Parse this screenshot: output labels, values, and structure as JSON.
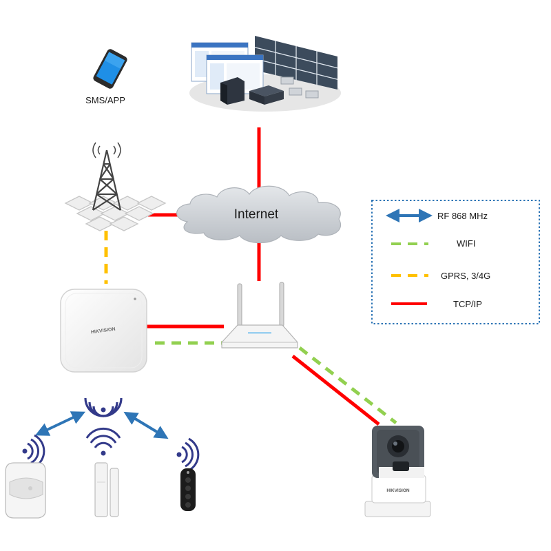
{
  "labels": {
    "sms_app": "SMS/APP",
    "internet": "Internet",
    "panel_brand": "HIKVISION",
    "camera_brand": "HIKVISION"
  },
  "legend": {
    "items": [
      {
        "label": "RF 868 MHz",
        "kind": "arrow",
        "color": "#2e75b6"
      },
      {
        "label": "WIFI",
        "kind": "dash",
        "color": "#92d050"
      },
      {
        "label": "GPRS, 3/4G",
        "kind": "dash",
        "color": "#ffc000"
      },
      {
        "label": "TCP/IP",
        "kind": "solid",
        "color": "#ff0000"
      }
    ]
  },
  "colors": {
    "rf": "#2e75b6",
    "wifi": "#92d050",
    "gprs": "#ffc000",
    "tcpip": "#ff0000",
    "cloud": "#cfd3d8",
    "legend_border": "#2e75b6"
  },
  "icons": {
    "phone": "smartphone-icon",
    "monitoring": "monitoring-center-icon",
    "tower": "cell-tower-icon",
    "cloud": "cloud-icon",
    "panel": "alarm-panel-icon",
    "router": "wifi-router-icon",
    "camera": "ip-camera-icon",
    "pir": "pir-detector-icon",
    "contact": "door-contact-icon",
    "keyfob": "keyfob-icon",
    "signal": "wireless-signal-icon"
  }
}
